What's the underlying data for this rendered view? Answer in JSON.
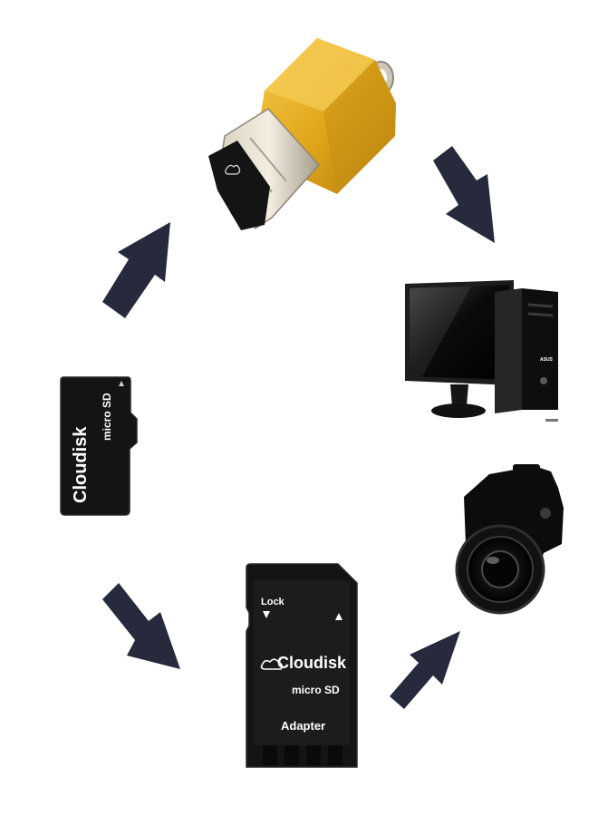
{
  "microsd_card": {
    "brand": "Cloudisk",
    "type_mark": "micro SD"
  },
  "sd_adapter": {
    "lock_label": "Lock",
    "brand": "Cloudisk",
    "type_mark": "micro SD",
    "adapter_label": "Adapter"
  },
  "computer": {
    "case_badge": "ASUS"
  },
  "colors": {
    "arrow": "#262a3c",
    "reader_gold": "#e2a81c",
    "card_black": "#141414"
  },
  "icons": [
    "microsd-card-icon",
    "usb-card-reader-icon",
    "desktop-computer-icon",
    "camera-icon",
    "sd-adapter-icon",
    "arrow-icon"
  ]
}
